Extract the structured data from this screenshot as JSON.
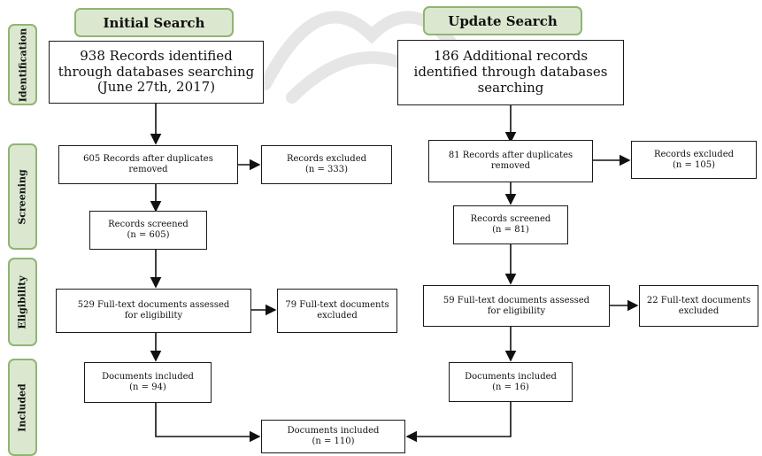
{
  "headers": {
    "initial": "Initial Search",
    "update": "Update Search"
  },
  "phases": {
    "identification": "Identification",
    "screening": "Screening",
    "eligibility": "Eligibility",
    "included": "Included"
  },
  "initial": {
    "identified": "938 Records identified\nthrough databases searching\n(June 27th, 2017)",
    "after_duplicates": "605 Records after duplicates\nremoved",
    "excluded": "Records excluded\n(n = 333)",
    "screened": "Records screened\n(n = 605)",
    "fulltext_assessed": "529 Full-text documents assessed\nfor eligibility",
    "fulltext_excluded": "79 Full-text documents\nexcluded",
    "included": "Documents included\n(n = 94)"
  },
  "update": {
    "identified": "186 Additional records\nidentified through databases\nsearching",
    "after_duplicates": "81 Records after duplicates\nremoved",
    "excluded": "Records excluded\n(n = 105)",
    "screened": "Records screened\n(n = 81)",
    "fulltext_assessed": "59 Full-text documents assessed\nfor eligibility",
    "fulltext_excluded": "22 Full-text documents\nexcluded",
    "included": "Documents included\n(n = 16)"
  },
  "total_included": "Documents included\n(n = 110)",
  "colors": {
    "phase_fill": "#dbe8cf",
    "phase_border": "#8fb573",
    "watermark": "#cfcfcf"
  }
}
